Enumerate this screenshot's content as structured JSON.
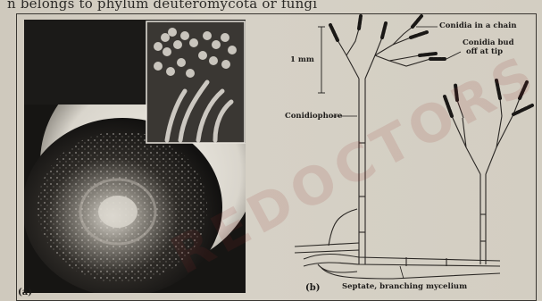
{
  "header": {
    "text": "n belongs to phylum deuteromycota or fungi"
  },
  "panels": {
    "a_label": "(a)",
    "b_label": "(b)"
  },
  "labels": {
    "conidia_chain": "Conidia in a chain",
    "conidia_bud_1": "Conidia bud",
    "conidia_bud_2": "off at tip",
    "scale": "1 mm",
    "conidiophore": "Conidiophore",
    "mycelium": "Septate, branching mycelium"
  },
  "watermark": "REDOCTORS"
}
